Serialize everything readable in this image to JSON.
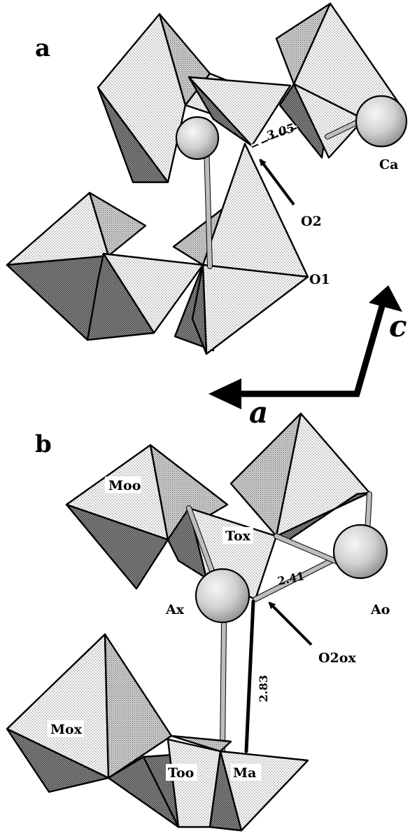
{
  "panels": {
    "a": {
      "letter": "a",
      "distance": "3.05",
      "labels": {
        "ca": "Ca",
        "o2": "O2",
        "o1": "O1"
      }
    },
    "b": {
      "letter": "b",
      "distances": {
        "ao": "2.41",
        "ma": "2.83"
      },
      "labels": {
        "moo": "Moo",
        "tox": "Tox",
        "ax": "Ax",
        "ao": "Ao",
        "o2ox": "O2ox",
        "mox": "Mox",
        "too": "Too",
        "ma": "Ma"
      }
    }
  },
  "axes": {
    "a": "a",
    "c": "c"
  }
}
